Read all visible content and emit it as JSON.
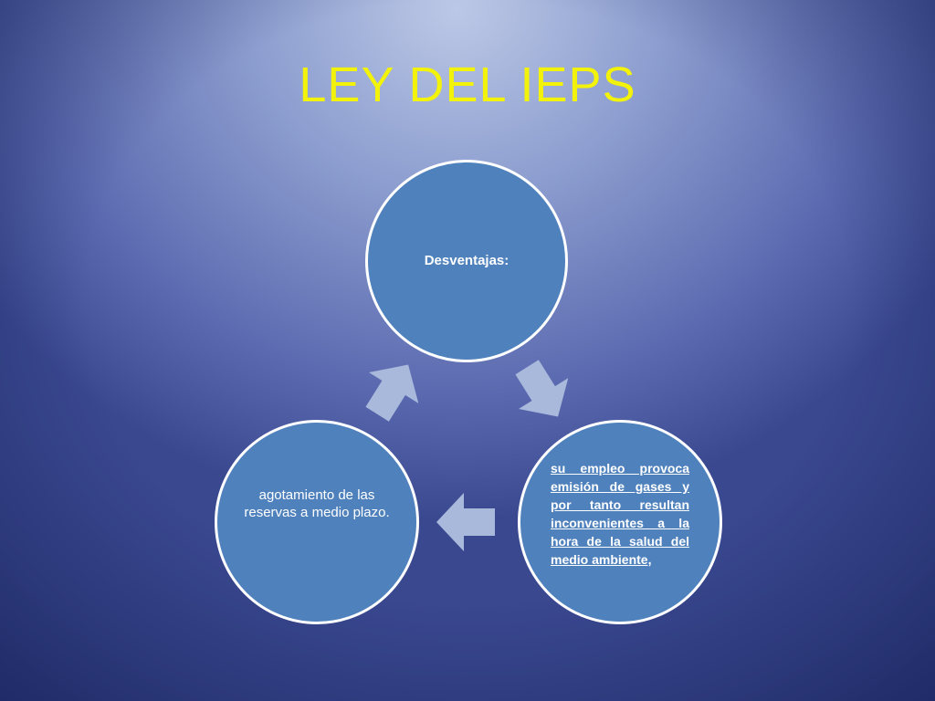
{
  "slide": {
    "title": "LEY DEL IEPS"
  },
  "cycle": {
    "top_node": "Desventajas:",
    "right_node": "su empleo provoca emisión de gases y por tanto resultan inconvenientes a la hora de la salud del medio ambiente,",
    "left_node": "agotamiento de las reservas a medio plazo."
  },
  "colors": {
    "node_fill": "#4f81bd",
    "node_border": "#ffffff",
    "arrow_fill": "#a9b9dc",
    "title_color": "#f2f20a"
  }
}
